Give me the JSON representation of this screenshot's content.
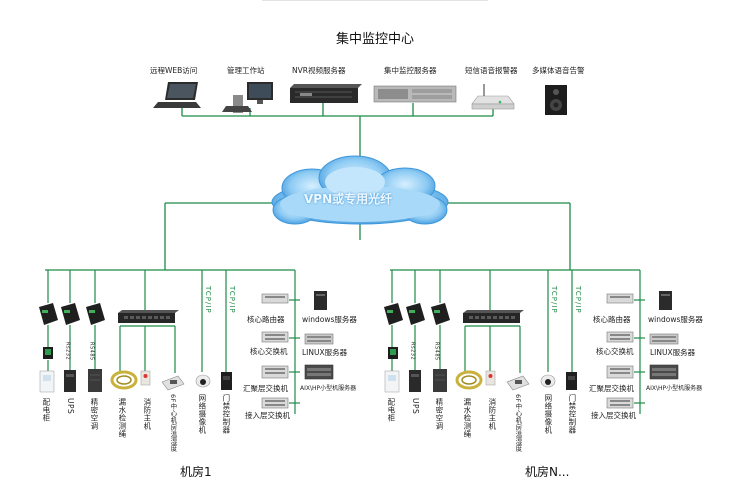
{
  "title": "集中监控中心",
  "cloud_label": "VPN或专用光纤",
  "top_devices": {
    "remote_web": "远程WEB访问",
    "mgmt_ws": "管理工作站",
    "nvr": "NVR视频服务器",
    "central_server": "集中监控服务器",
    "sms_alarm": "短信语音报警器",
    "multimedia_alarm": "多媒体语音告警"
  },
  "rooms": [
    {
      "name": "机房1",
      "sensors": {
        "dist_cabinet": "配电柜",
        "ups": "UPS",
        "ac": "精密空调",
        "leak": "漏水检测绳",
        "fire": "消防主机",
        "temp": "6F中心机房温湿度",
        "camera": "网络摄像机",
        "door": "门禁控制器"
      },
      "ports": {
        "rs232": "Rs232",
        "rs485": "RS485",
        "tcp1": "TCP/IP",
        "tcp2": "TCP/IP"
      },
      "network": {
        "core_router": "核心路由器",
        "core_switch": "核心交换机",
        "agg_switch": "汇聚层交换机",
        "access_switch": "接入层交换机",
        "windows_server": "windows服务器",
        "linux_server": "LINUX服务器",
        "aix_server": "AIX\\HP小型机服务器"
      }
    },
    {
      "name": "机房N...",
      "sensors": {
        "dist_cabinet": "配电柜",
        "ups": "UPS",
        "ac": "精密空调",
        "leak": "漏水检测绳",
        "fire": "消防主机",
        "temp": "6F中心机房温湿度",
        "camera": "网络摄像机",
        "door": "门禁控制器"
      },
      "ports": {
        "rs232": "Rs232",
        "rs485": "RS485",
        "tcp1": "TCP/IP",
        "tcp2": "TCP/IP"
      },
      "network": {
        "core_router": "核心路由器",
        "core_switch": "核心交换机",
        "agg_switch": "汇聚层交换机",
        "access_switch": "接入层交换机",
        "windows_server": "windows服务器",
        "linux_server": "LINUX服务器",
        "aix_server": "AIX\\HP小型机服务器"
      }
    }
  ],
  "colors": {
    "line": "#1e8a47",
    "cloud": "#4fa8e6",
    "cloud_light": "#b9e0fb",
    "device_dark": "#2c2c2c"
  }
}
